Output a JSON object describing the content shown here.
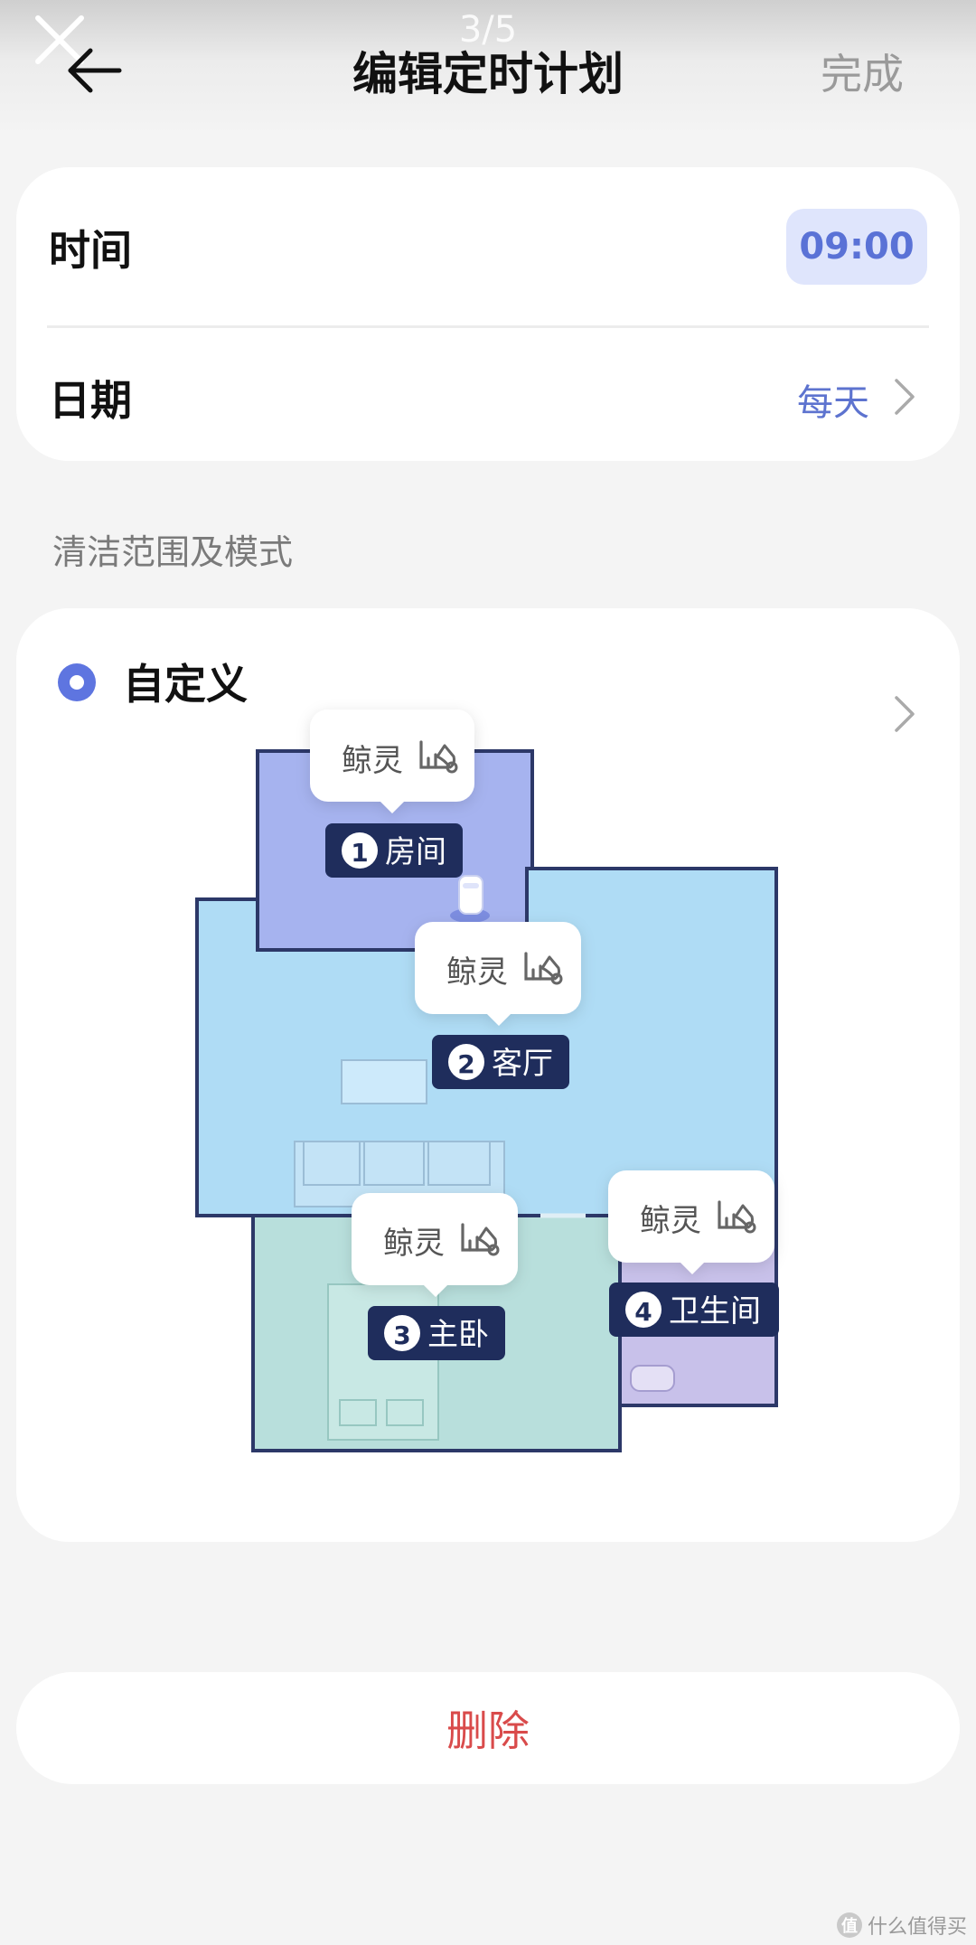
{
  "header": {
    "counter": "3/5",
    "title": "编辑定时计划",
    "done_label": "完成"
  },
  "schedule": {
    "time_label": "时间",
    "time_value": "09:00",
    "date_label": "日期",
    "date_value": "每天"
  },
  "section": {
    "label": "清洁范围及模式"
  },
  "mode": {
    "label": "自定义",
    "selected": true
  },
  "rooms": [
    {
      "number": "1",
      "name": "房间",
      "mode_text": "鲸灵"
    },
    {
      "number": "2",
      "name": "客厅",
      "mode_text": "鲸灵"
    },
    {
      "number": "3",
      "name": "主卧",
      "mode_text": "鲸灵"
    },
    {
      "number": "4",
      "name": "卫生间",
      "mode_text": "鲸灵"
    }
  ],
  "actions": {
    "delete_label": "删除"
  },
  "watermark": {
    "text": "什么值得买",
    "badge": "值"
  },
  "colors": {
    "accent": "#5e75e0",
    "time_chip_bg": "#dfe5fc",
    "delete": "#d94b4b",
    "room_1": "#a6b3ef",
    "room_2": "#afdcf5",
    "room_3": "#b8dfdc",
    "room_4": "#c8c1ea",
    "label_bg": "#1f2d5c"
  }
}
